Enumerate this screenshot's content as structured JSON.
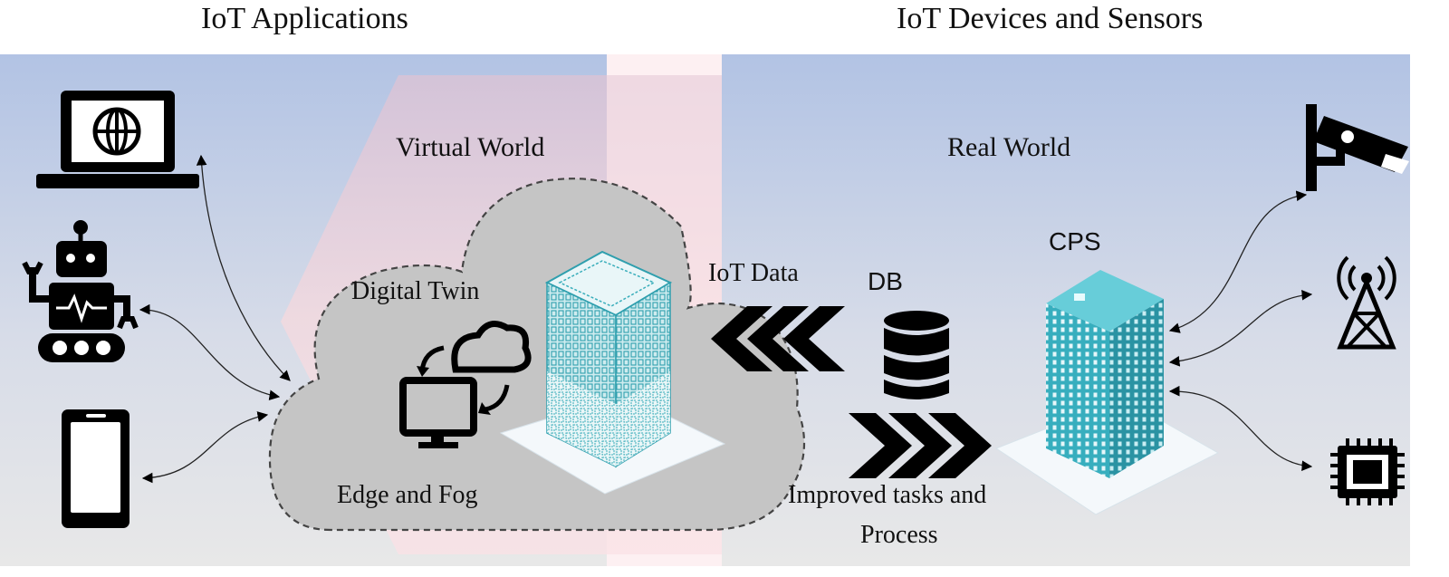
{
  "headers": {
    "left": "IoT Applications",
    "right": "IoT Devices and Sensors"
  },
  "labels": {
    "virtual_world": "Virtual World",
    "real_world": "Real World",
    "digital_twin": "Digital Twin",
    "edge_fog": "Edge and Fog",
    "iot_data": "IoT Data",
    "db": "DB",
    "cps": "CPS",
    "improved_line1": "Improved tasks and",
    "improved_line2": "Process"
  },
  "icons": {
    "applications": [
      "laptop-globe-icon",
      "robot-icon",
      "smartphone-icon"
    ],
    "devices": [
      "security-camera-icon",
      "radio-tower-icon",
      "microchip-icon"
    ],
    "center": [
      "sync-computer-cloud-icon",
      "database-icon",
      "wireframe-building-icon",
      "cps-building-icon"
    ]
  },
  "colors": {
    "panel_blue": "#b3c4e4",
    "panel_gray": "#e6e6e6",
    "pink_band": "#f9dfe4",
    "cloud_fill": "#c5c5c5",
    "building_teal": "#3fb6c6"
  }
}
